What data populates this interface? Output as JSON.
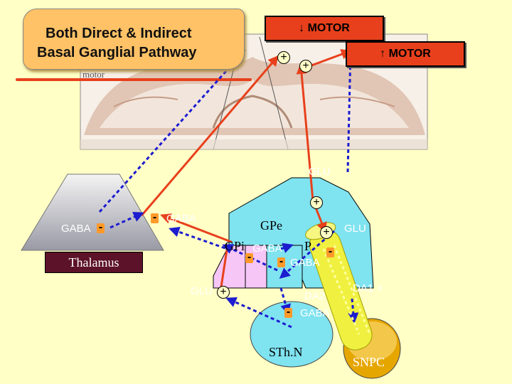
{
  "title": {
    "line1": "Both Direct & Indirect",
    "line2": "Basal Ganglial Pathway"
  },
  "motor_boxes": [
    {
      "label": "↓ MOTOR"
    },
    {
      "label": "↑ MOTOR"
    }
  ],
  "brain_label": "motor",
  "labels": {
    "glu_top": "GLU",
    "gaba_thal": "GABA",
    "gaba_mid": "GABA",
    "gpe": "GPe",
    "glu_right": "GLU",
    "gpi": "GPi",
    "gaba_gpi": "GABA",
    "p": "P",
    "gaba_p": "GABA",
    "thalamus": "Thalamus",
    "glu_low": "GLU",
    "da2": "DA2",
    "da1": "DA1 +",
    "gaba_stn": "GABA",
    "sthn": "STh.N",
    "snpc": "SNPC"
  },
  "signs": {
    "plus": "+",
    "minus": "-"
  },
  "colors": {
    "background": "#ffffc6",
    "motor_box": "#e8401c",
    "excitatory_path": "#e8401c",
    "inhibitory_path": "#1c1cd0",
    "cyan_region": "#7fe3f0",
    "pink_region": "#f6c6f6",
    "dopamine_tube": "#f0f040"
  }
}
